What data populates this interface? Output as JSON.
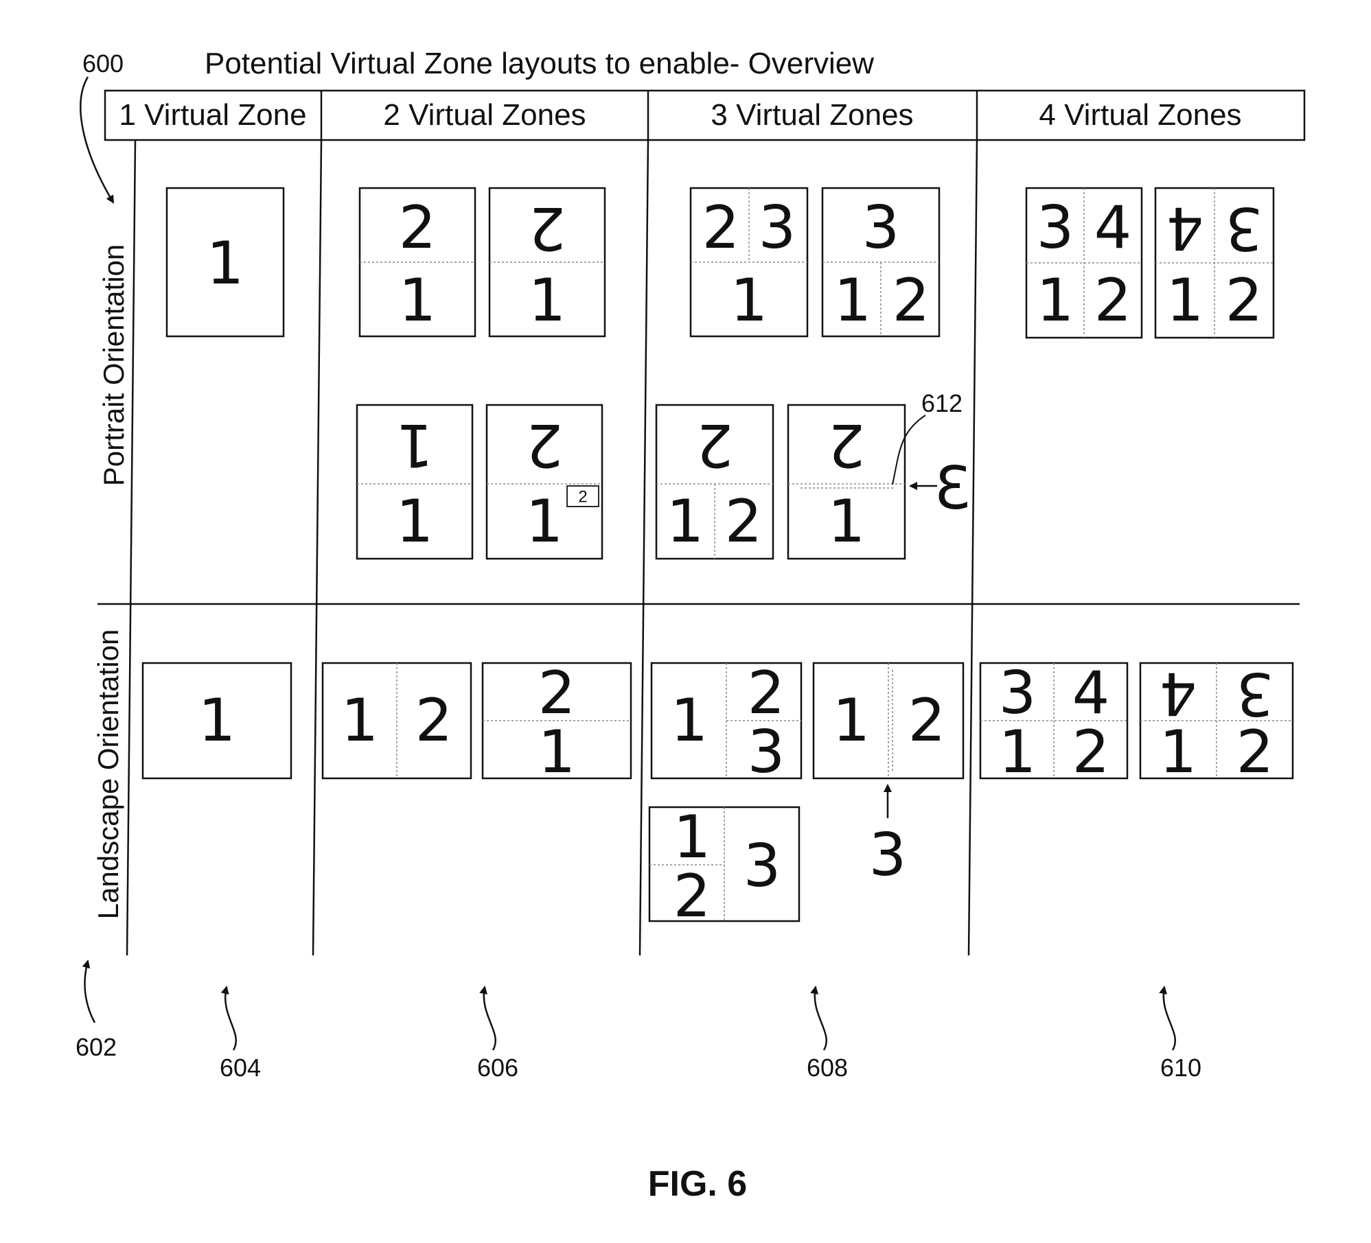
{
  "figure": {
    "ref_main": "600",
    "title": "Potential Virtual Zone layouts to enable- Overview",
    "caption": "FIG. 6"
  },
  "columns": [
    {
      "header": "1 Virtual Zone",
      "ref": "604"
    },
    {
      "header": "2 Virtual Zones",
      "ref": "606"
    },
    {
      "header": "3 Virtual Zones",
      "ref": "608"
    },
    {
      "header": "4 Virtual Zones",
      "ref": "610"
    }
  ],
  "rows": [
    {
      "label": "Portrait Orientation"
    },
    {
      "label": "Landscape Orientation",
      "ref": "602"
    }
  ],
  "callouts": {
    "ref_612": "612",
    "side_zone_3": "3",
    "below_zone_3": "3",
    "mini_zone_2": "2"
  },
  "layouts": {
    "p1": [
      "1"
    ],
    "p2a": [
      "2",
      "1"
    ],
    "p2b": [
      "2",
      "1"
    ],
    "p2c": [
      "1",
      "1"
    ],
    "p2d": [
      "2",
      "1"
    ],
    "p3a": [
      "2",
      "3",
      "1"
    ],
    "p3b": [
      "3",
      "1",
      "2"
    ],
    "p3c": [
      "2",
      "1",
      "2"
    ],
    "p3d": [
      "2",
      "1"
    ],
    "p4a": [
      "3",
      "4",
      "1",
      "2"
    ],
    "p4b": [
      "4",
      "3",
      "1",
      "2"
    ],
    "l1": [
      "1"
    ],
    "l2a": [
      "1",
      "2"
    ],
    "l2b": [
      "2",
      "1"
    ],
    "l3a": [
      "1",
      "2",
      "3"
    ],
    "l3b": [
      "1",
      "2"
    ],
    "l3c": [
      "1",
      "2",
      "3"
    ],
    "l4a": [
      "3",
      "4",
      "1",
      "2"
    ],
    "l4b": [
      "4",
      "3",
      "1",
      "2"
    ]
  }
}
